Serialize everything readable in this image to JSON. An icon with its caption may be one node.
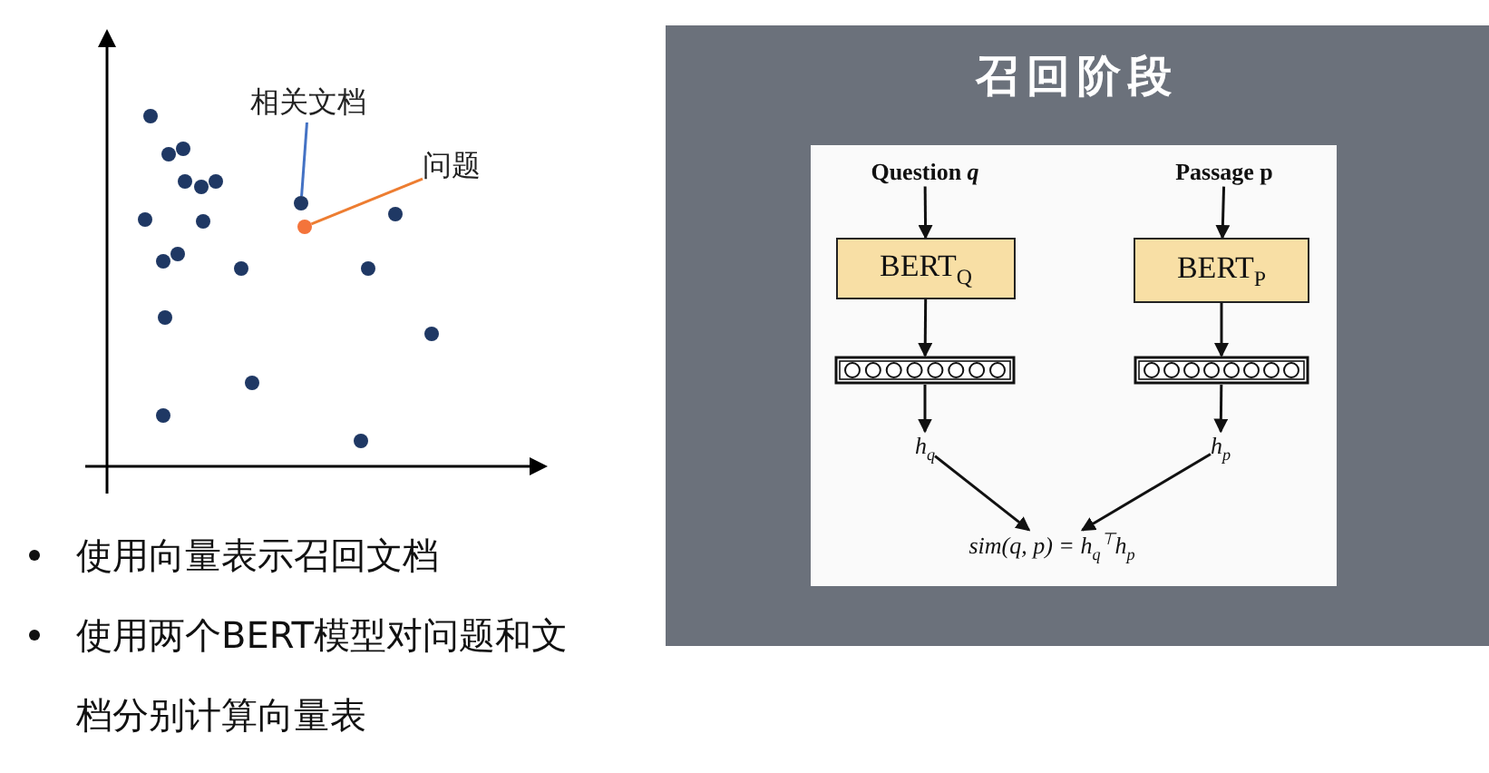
{
  "diagram": {
    "nodes": [
      {
        "text": [
          "相关文档"
        ]
      },
      {
        "text": [],
        "shape": "circle"
      },
      {
        "text": [
          "问题"
        ]
      },
      {
        "text": [],
        "shape": "circle"
      },
      {
        "text": [
          "召回阶段"
        ]
      },
      {
        "text": [
          "Question *q*"
        ],
        "in": 4
      },
      {
        "text": [
          "Passage p"
        ],
        "in": 4
      },
      {
        "text": [
          "BERT$_{Q}$"
        ],
        "in": 4
      },
      {
        "text": [
          "BERT$_{P}$"
        ],
        "in": 4
      },
      {
        "text": [],
        "shape": "bar",
        "in": 4
      },
      {
        "text": [],
        "shape": "bar",
        "in": 4
      },
      {
        "text": [
          "h$_{q}$"
        ],
        "in": 4
      },
      {
        "text": [
          "h$_{p}$"
        ],
        "in": 4
      },
      {
        "text": [
          "sim(q, p) = h$_{q}$$^{⊤}$h$_{p}$"
        ],
        "in": 4
      }
    ],
    "edges": [
      {
        "from": 0,
        "to": 1,
        "arrow": "none",
        "color": "#4472c4"
      },
      {
        "from": 2,
        "to": 3,
        "arrow": "none",
        "color": "#ed7d31"
      },
      {
        "from": 5,
        "to": 7,
        "arrow": "to"
      },
      {
        "from": 7,
        "to": 9,
        "arrow": "to"
      },
      {
        "from": 9,
        "to": 11,
        "arrow": "to"
      },
      {
        "from": 6,
        "to": 8,
        "arrow": "to"
      },
      {
        "from": 8,
        "to": 10,
        "arrow": "to"
      },
      {
        "from": 10,
        "to": 12,
        "arrow": "to"
      },
      {
        "from": 11,
        "to": 13,
        "arrow": "to"
      },
      {
        "from": 12,
        "to": 13,
        "arrow": "to"
      }
    ],
    "labels": [
      "使用向量表示召回文档",
      "使用两个BERT模型对问题和文档分别计算向量表"
    ]
  }
}
